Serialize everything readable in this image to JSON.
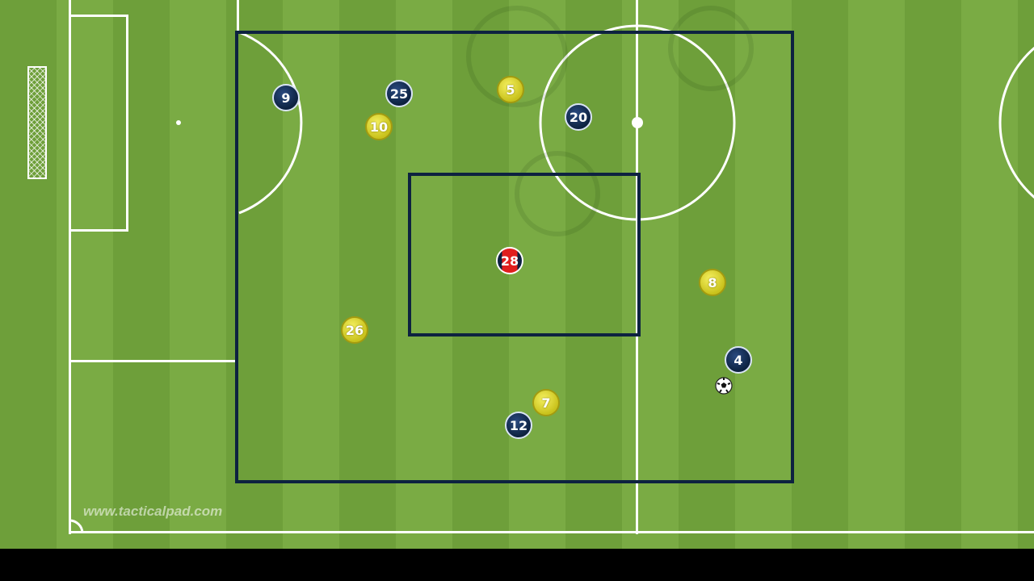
{
  "watermark": "www.tacticalpad.com",
  "colors": {
    "grass_dark": "#6e9f3a",
    "grass_light": "#7aab44",
    "drill_box": "#0d2240",
    "team_blue": "#0d2240",
    "team_yellow": "#e0d93a",
    "target_player_red": "#e01e1e"
  },
  "players": [
    {
      "number": "9",
      "team": "blue"
    },
    {
      "number": "25",
      "team": "blue"
    },
    {
      "number": "20",
      "team": "blue"
    },
    {
      "number": "4",
      "team": "blue"
    },
    {
      "number": "12",
      "team": "blue"
    },
    {
      "number": "5",
      "team": "yellow"
    },
    {
      "number": "10",
      "team": "yellow"
    },
    {
      "number": "8",
      "team": "yellow"
    },
    {
      "number": "26",
      "team": "yellow"
    },
    {
      "number": "7",
      "team": "yellow"
    },
    {
      "number": "28",
      "team": "red"
    }
  ],
  "ball_icon": "soccer-ball-icon"
}
